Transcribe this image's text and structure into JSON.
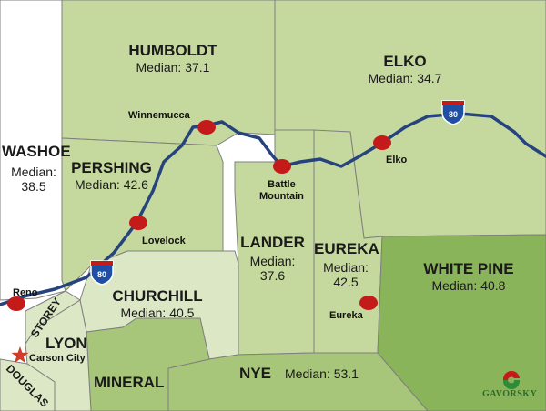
{
  "colors": {
    "light_green": "#c5d89e",
    "pale_green": "#dce8c5",
    "mid_green": "#a8c67a",
    "dark_green": "#8ab45a",
    "border": "#7f7f7f",
    "highway": "#26437e",
    "city_dot": "#c41a1a",
    "star": "#d23a2a"
  },
  "counties": {
    "humboldt": {
      "name": "HUMBOLDT",
      "median": "Median: 37.1"
    },
    "elko": {
      "name": "ELKO",
      "median": "Median: 34.7"
    },
    "washoe": {
      "name": "WASHOE",
      "median_label": "Median:",
      "median_value": "38.5"
    },
    "pershing": {
      "name": "PERSHING",
      "median": "Median: 42.6"
    },
    "lander": {
      "name": "LANDER",
      "median_label": "Median:",
      "median_value": "37.6"
    },
    "eureka": {
      "name": "EUREKA",
      "median_label": "Median:",
      "median_value": "42.5"
    },
    "white_pine": {
      "name": "WHITE PINE",
      "median": "Median: 40.8"
    },
    "churchill": {
      "name": "CHURCHILL",
      "median": "Median: 40.5"
    },
    "nye": {
      "name": "NYE",
      "median": "Median: 53.1"
    },
    "mineral": {
      "name": "MINERAL"
    },
    "lyon": {
      "name": "LYON"
    },
    "storey": {
      "name": "STOREY"
    },
    "douglas": {
      "name": "DOUGLAS"
    }
  },
  "cities": {
    "winnemucca": "Winnemucca",
    "lovelock": "Lovelock",
    "battle_mountain_1": "Battle",
    "battle_mountain_2": "Mountain",
    "elko": "Elko",
    "eureka": "Eureka",
    "reno": "Reno",
    "carson_city": "Carson City"
  },
  "highway": {
    "shield_number": "80"
  },
  "logo": {
    "name": "GAVORSKY",
    "icon": "gavorsky-logo-icon"
  }
}
